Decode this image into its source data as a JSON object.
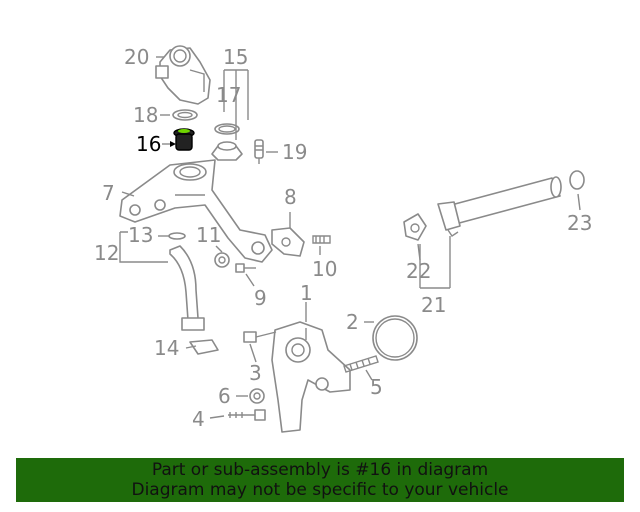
{
  "diagram": {
    "highlight_color": "#6fd400",
    "callouts": {
      "c1": "1",
      "c2": "2",
      "c3": "3",
      "c4": "4",
      "c5": "5",
      "c6": "6",
      "c7": "7",
      "c8": "8",
      "c9": "9",
      "c10": "10",
      "c11": "11",
      "c12": "12",
      "c13": "13",
      "c14": "14",
      "c15": "15",
      "c16": "16",
      "c17": "17",
      "c18": "18",
      "c19": "19",
      "c20": "20",
      "c21": "21",
      "c22": "22",
      "c23": "23"
    },
    "highlighted_part": "16"
  },
  "banner": {
    "line1": "Part or sub-assembly is #16 in diagram",
    "line2": "Diagram may not be specific to your vehicle",
    "background": "#1e6b0a"
  }
}
